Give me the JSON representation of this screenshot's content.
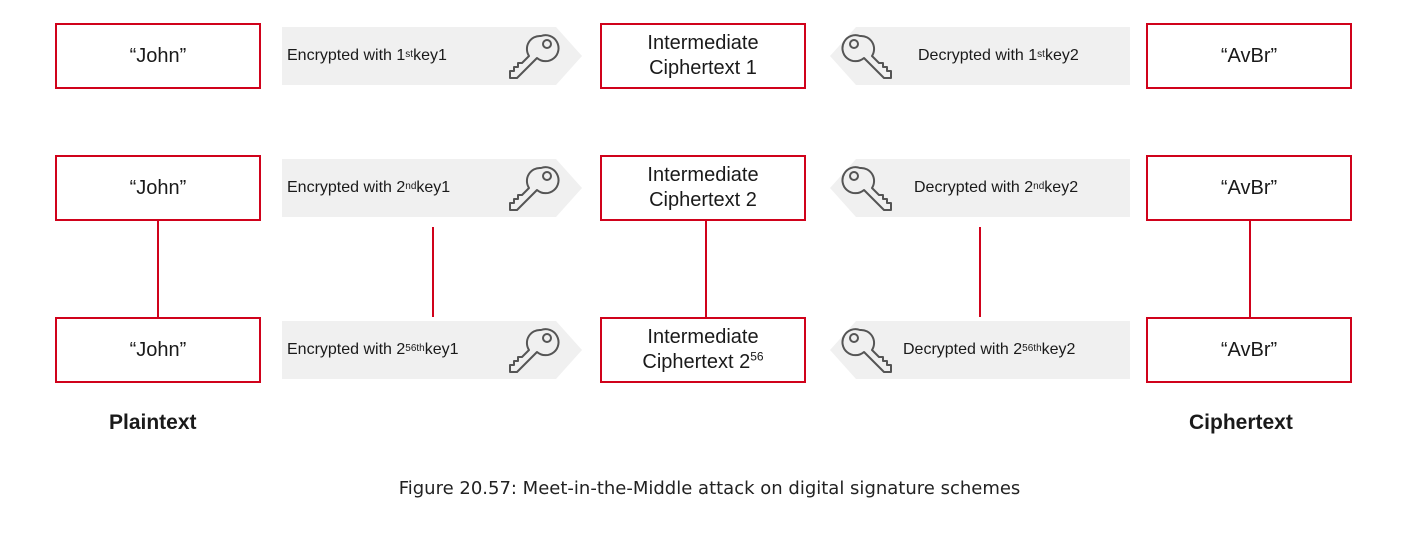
{
  "colors": {
    "box_border": "#d0021b",
    "arrow_fill": "#f0f0f0",
    "connector": "#d0021b"
  },
  "rows": [
    {
      "plaintext": "“John”",
      "enc_prefix": "Encrypted with 1",
      "enc_sup": "st",
      "enc_suffix": " key1",
      "intermediate_line1": "Intermediate",
      "intermediate_line2": "Ciphertext 1",
      "intermediate_sup": "",
      "dec_prefix": "Decrypted with 1",
      "dec_sup": "st",
      "dec_suffix": " key2",
      "ciphertext": "“AvBr”"
    },
    {
      "plaintext": "“John”",
      "enc_prefix": "Encrypted with 2",
      "enc_sup": "nd",
      "enc_suffix": " key1",
      "intermediate_line1": "Intermediate",
      "intermediate_line2": "Ciphertext 2",
      "intermediate_sup": "",
      "dec_prefix": "Decrypted with 2",
      "dec_sup": "nd",
      "dec_suffix": " key2",
      "ciphertext": "“AvBr”"
    },
    {
      "plaintext": "“John”",
      "enc_prefix": "Encrypted with 2",
      "enc_sup": "56th",
      "enc_suffix": " key1",
      "intermediate_line1": "Intermediate",
      "intermediate_line2": "Ciphertext 2",
      "intermediate_sup": "56",
      "dec_prefix": "Decrypted with 2",
      "dec_sup": "56th",
      "dec_suffix": " key2",
      "ciphertext": "“AvBr”"
    }
  ],
  "labels": {
    "plaintext": "Plaintext",
    "ciphertext": "Ciphertext"
  },
  "caption": "Figure 20.57: Meet-in-the-Middle attack on digital signature schemes",
  "icons": {
    "encrypt_key": "key-icon",
    "decrypt_key": "key-icon"
  }
}
